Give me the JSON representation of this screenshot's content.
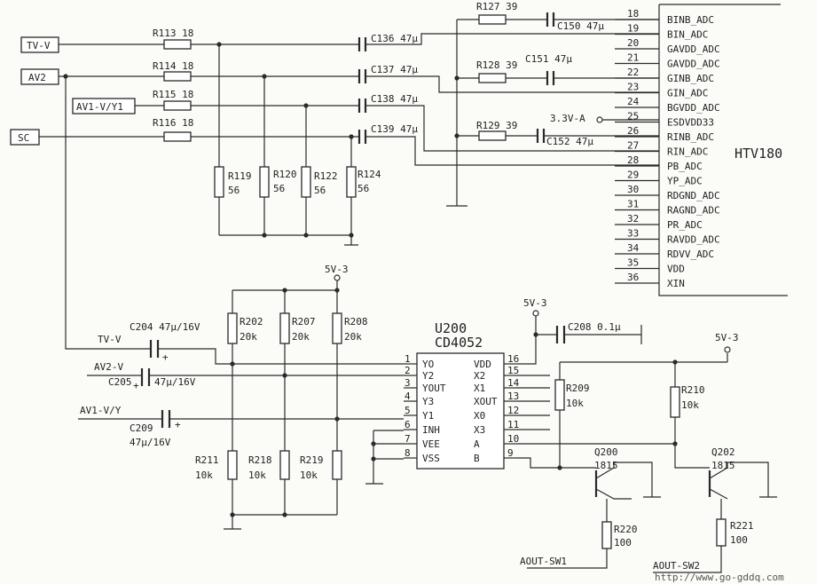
{
  "connectors": [
    "TV-V",
    "AV2",
    "AV1-V/Y1",
    "SC"
  ],
  "resistors": {
    "R113": {
      "ref": "R113",
      "val": "18"
    },
    "R114": {
      "ref": "R114",
      "val": "18"
    },
    "R115": {
      "ref": "R115",
      "val": "18"
    },
    "R116": {
      "ref": "R116",
      "val": "18"
    },
    "R119": {
      "ref": "R119",
      "val": "56"
    },
    "R120": {
      "ref": "R120",
      "val": "56"
    },
    "R122": {
      "ref": "R122",
      "val": "56"
    },
    "R124": {
      "ref": "R124",
      "val": "56"
    },
    "R127": {
      "ref": "R127",
      "val": "39"
    },
    "R128": {
      "ref": "R128",
      "val": "39"
    },
    "R129": {
      "ref": "R129",
      "val": "39"
    },
    "R202": {
      "ref": "R202",
      "val": "20k"
    },
    "R207": {
      "ref": "R207",
      "val": "20k"
    },
    "R208": {
      "ref": "R208",
      "val": "20k"
    },
    "R211": {
      "ref": "R211",
      "val": "10k"
    },
    "R218": {
      "ref": "R218",
      "val": "10k"
    },
    "R219": {
      "ref": "R219",
      "val": "10k"
    },
    "R209": {
      "ref": "R209",
      "val": "10k"
    },
    "R210": {
      "ref": "R210",
      "val": "10k"
    },
    "R220": {
      "ref": "R220",
      "val": "100"
    },
    "R221": {
      "ref": "R221",
      "val": "100"
    }
  },
  "capacitors": {
    "C136": "C136 47μ",
    "C137": "C137 47μ",
    "C138": "C138 47μ",
    "C139": "C139 47μ",
    "C150": "C150 47μ",
    "C151": "C151 47μ",
    "C152": "C152 47μ",
    "C204": "C204 47μ/16V",
    "C205_ref": "C205",
    "C205_val": "47μ/16V",
    "C208": "C208 0.1μ",
    "C209_ref": "C209",
    "C209_val": "47μ/16V"
  },
  "signals": {
    "tvv": "TV-V",
    "av2v": "AV2-V",
    "av1vy": "AV1-V/Y",
    "aout1": "AOUT-SW1",
    "aout2": "AOUT-SW2",
    "esd_supply": "3.3V-A"
  },
  "supplies": {
    "s1": "5V-3",
    "s2": "5V-3",
    "s3": "5V-3"
  },
  "htv180": {
    "name": "HTV180",
    "pins": [
      {
        "num": "18",
        "name": "BINB_ADC"
      },
      {
        "num": "19",
        "name": "BIN_ADC"
      },
      {
        "num": "20",
        "name": "GAVDD_ADC"
      },
      {
        "num": "21",
        "name": "GAVDD_ADC"
      },
      {
        "num": "22",
        "name": "GINB_ADC"
      },
      {
        "num": "23",
        "name": "GIN_ADC"
      },
      {
        "num": "24",
        "name": "BGVDD_ADC"
      },
      {
        "num": "25",
        "name": "ESDVDD33"
      },
      {
        "num": "26",
        "name": "RINB_ADC"
      },
      {
        "num": "27",
        "name": "RIN_ADC"
      },
      {
        "num": "28",
        "name": "PB_ADC"
      },
      {
        "num": "29",
        "name": "YP_ADC"
      },
      {
        "num": "30",
        "name": "RDGND_ADC"
      },
      {
        "num": "31",
        "name": "RAGND_ADC"
      },
      {
        "num": "32",
        "name": "PR_ADC"
      },
      {
        "num": "33",
        "name": "RAVDD_ADC"
      },
      {
        "num": "34",
        "name": "RDVV_ADC"
      },
      {
        "num": "35",
        "name": "VDD"
      },
      {
        "num": "36",
        "name": "XIN"
      }
    ]
  },
  "u200": {
    "ref": "U200",
    "part": "CD4052",
    "left_pins": [
      {
        "num": "1",
        "name": "YO"
      },
      {
        "num": "2",
        "name": "Y2"
      },
      {
        "num": "3",
        "name": "YOUT"
      },
      {
        "num": "4",
        "name": "Y3"
      },
      {
        "num": "5",
        "name": "Y1"
      },
      {
        "num": "6",
        "name": "INH"
      },
      {
        "num": "7",
        "name": "VEE"
      },
      {
        "num": "8",
        "name": "VSS"
      }
    ],
    "right_pins": [
      {
        "num": "16",
        "name": "VDD"
      },
      {
        "num": "15",
        "name": "X2"
      },
      {
        "num": "14",
        "name": "X1"
      },
      {
        "num": "13",
        "name": "XOUT"
      },
      {
        "num": "12",
        "name": "X0"
      },
      {
        "num": "11",
        "name": "X3"
      },
      {
        "num": "10",
        "name": "A"
      },
      {
        "num": "9",
        "name": "B"
      }
    ]
  },
  "transistors": {
    "Q200": {
      "ref": "Q200",
      "type": "1815"
    },
    "Q202": {
      "ref": "Q202",
      "type": "1815"
    }
  },
  "watermark": "http://www.go-gddq.com"
}
